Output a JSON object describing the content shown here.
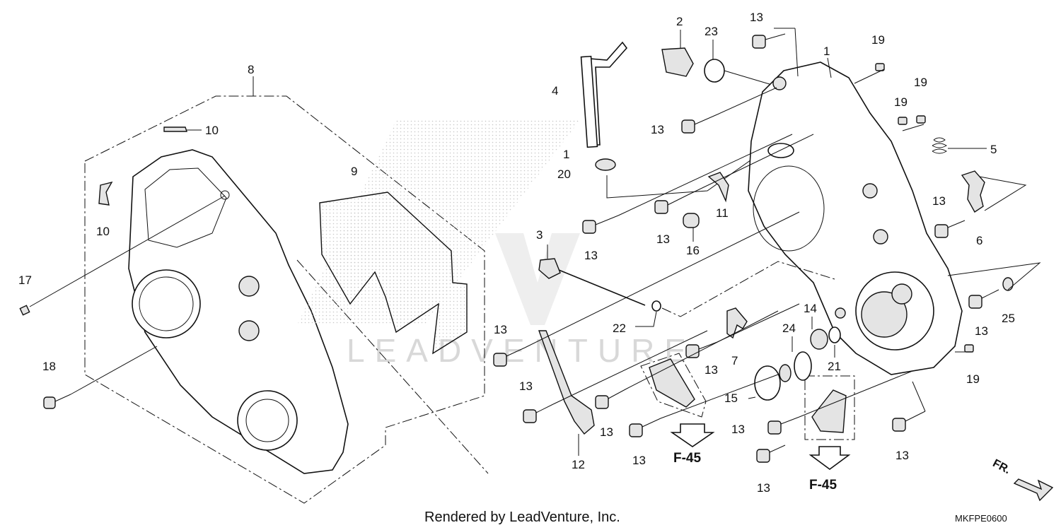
{
  "callouts": {
    "c1_top": "1",
    "c1_left": "1",
    "c2": "2",
    "c3": "3",
    "c4": "4",
    "c5": "5",
    "c6": "6",
    "c7": "7",
    "c8": "8",
    "c9": "9",
    "c10_top": "10",
    "c10_bottom": "10",
    "c11": "11",
    "c12": "12",
    "c13": "13",
    "c14": "14",
    "c15": "15",
    "c16": "16",
    "c17": "17",
    "c18": "18",
    "c19": "19",
    "c20": "20",
    "c21": "21",
    "c22": "22",
    "c23": "23",
    "c24": "24",
    "c25": "25"
  },
  "references": {
    "ref_left": "F-45",
    "ref_right": "F-45"
  },
  "front_label": "FR.",
  "watermark": "LEADVENTURE",
  "footer": {
    "rendered_by": "Rendered by LeadVenture, Inc.",
    "diagram_code": "MKFPE0600"
  }
}
